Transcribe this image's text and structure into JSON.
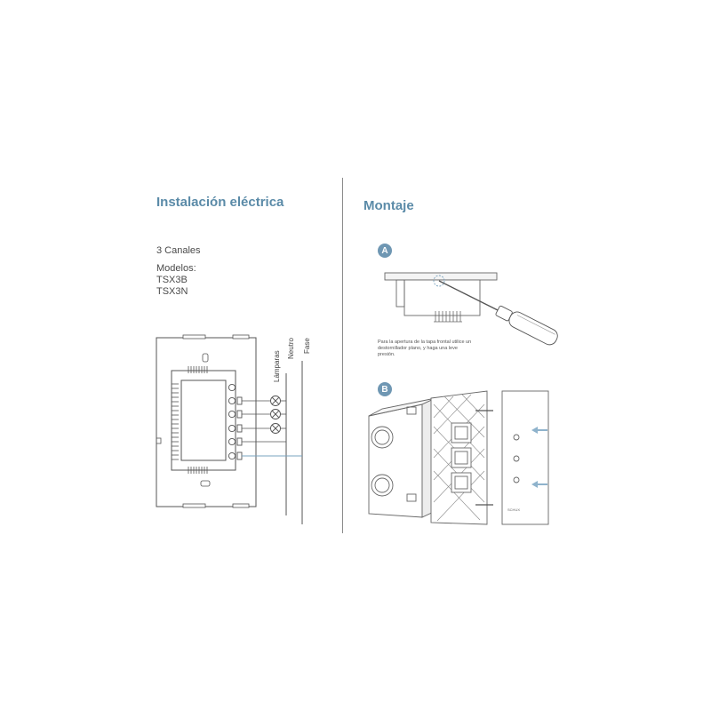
{
  "left": {
    "title": "Instalación eléctrica",
    "channels": "3 Canales",
    "models": [
      "Modelos:",
      "TSX3B",
      "TSX3N"
    ],
    "wire_labels": {
      "lamps": "Lámparas",
      "neutral": "Neutro",
      "phase": "Fase"
    }
  },
  "right": {
    "title": "Montaje",
    "step_a": {
      "badge": "A",
      "note": "Para la apertura de la tapa frontal utilice un destornillador plano, y haga una leve presión."
    },
    "step_b": {
      "badge": "B",
      "brand": "SCHUX"
    }
  },
  "colors": {
    "accent": "#5b8ba8",
    "badge": "#6f97b3",
    "line": "#555555",
    "wire_blue": "#7aa3bf",
    "arrow": "#8fb3cc"
  }
}
